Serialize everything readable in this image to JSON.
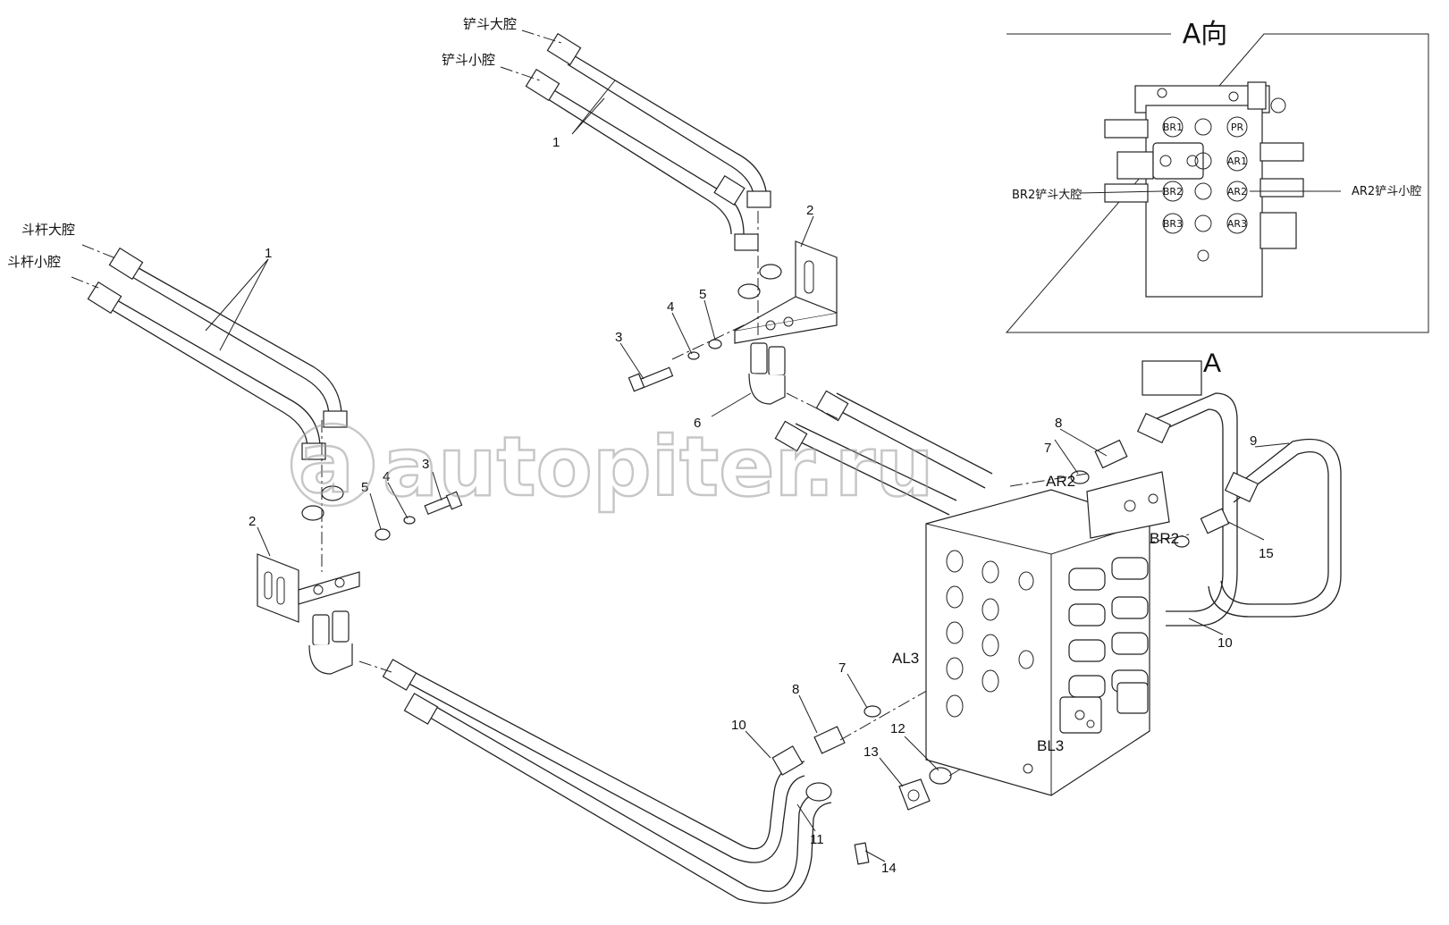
{
  "labels": {
    "bucket_large": "铲斗大腔",
    "bucket_small": "铲斗小腔",
    "stick_large": "斗杆大腔",
    "stick_small": "斗杆小腔",
    "view_a_title": "A向",
    "view_a_marker": "A",
    "br2_callout": "BR2铲斗大腔",
    "ar2_callout": "AR2铲斗小腔",
    "port_ar2": "AR2",
    "port_br2": "BR2",
    "port_al3": "AL3",
    "port_bl3": "BL3",
    "valve_ports": [
      "BR1",
      "PR",
      "AR1",
      "BR2",
      "AR2",
      "BR3",
      "AR3"
    ]
  },
  "callouts": [
    "1",
    "1",
    "2",
    "2",
    "3",
    "3",
    "4",
    "4",
    "5",
    "5",
    "6",
    "7",
    "7",
    "8",
    "8",
    "9",
    "10",
    "10",
    "11",
    "12",
    "13",
    "14",
    "15"
  ],
  "watermark": "autopiter.ru"
}
